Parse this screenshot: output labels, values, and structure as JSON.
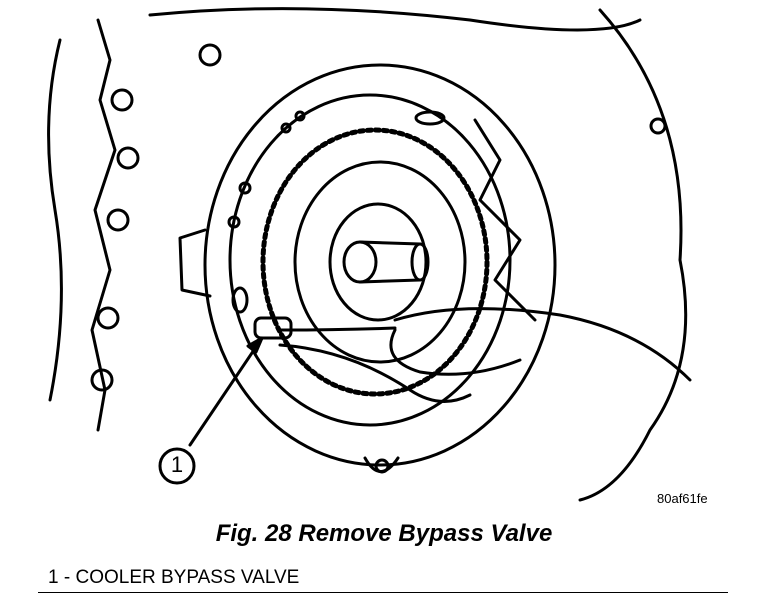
{
  "figure": {
    "caption": "Fig. 28 Remove Bypass Valve",
    "image_code": "80af61fe",
    "callouts": [
      {
        "number": "1",
        "label": "COOLER BYPASS VALVE"
      }
    ],
    "legend_entries": [
      {
        "number": "1",
        "separator": "-",
        "text": "COOLER BYPASS VALVE"
      }
    ]
  }
}
